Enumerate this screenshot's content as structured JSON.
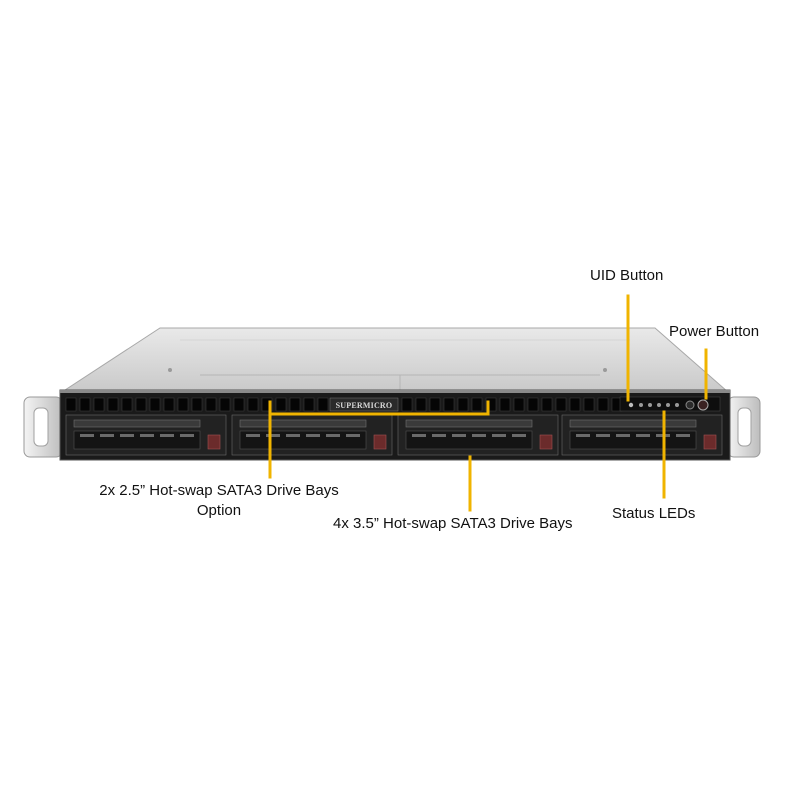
{
  "colors": {
    "leader_line": "#f0b400",
    "chassis_top": "#d9d9d9",
    "front_panel": "#111111",
    "drive_tray": "#2a2a2a",
    "ear": "#dcdcdc"
  },
  "logo_text": "SUPERMICRO",
  "callouts": {
    "uid_button": "UID Button",
    "power_button": "Power Button",
    "drive_bays_25_line1": "2x 2.5” Hot-swap SATA3 Drive Bays",
    "drive_bays_25_line2": "Option",
    "drive_bays_35": "4x 3.5” Hot-swap SATA3 Drive Bays",
    "status_leds": "Status LEDs"
  }
}
